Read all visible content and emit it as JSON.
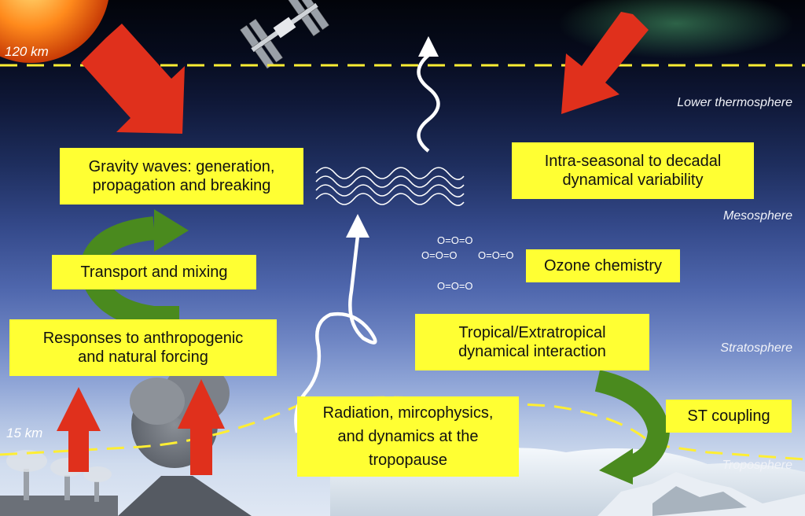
{
  "altitudes": {
    "top": "120 km",
    "bottom": "15 km"
  },
  "layers": {
    "thermosphere": "Lower thermosphere",
    "mesosphere": "Mesosphere",
    "stratosphere": "Stratosphere",
    "troposphere": "Troposphere"
  },
  "boxes": {
    "gravity_waves": [
      "Gravity waves: generation,",
      "propagation and breaking"
    ],
    "variability": [
      "Intra-seasonal to decadal",
      "dynamical variability"
    ],
    "transport": [
      "Transport and mixing"
    ],
    "ozone_chem": [
      "Ozone chemistry"
    ],
    "forcing": [
      "Responses to anthropogenic",
      "and natural forcing"
    ],
    "tropical": [
      "Tropical/Extratropical",
      "dynamical interaction"
    ],
    "tropopause": [
      "Radiation, mircophysics,",
      "and dynamics at the",
      "tropopause"
    ],
    "st_coupling": [
      "ST coupling"
    ]
  },
  "ozone_molecule": "O=O=O",
  "colors": {
    "box_fill": "#ffff33",
    "red_arrow": "#e0301c",
    "green_arrow": "#4a8a1e",
    "dashed_line": "#ffee33"
  }
}
